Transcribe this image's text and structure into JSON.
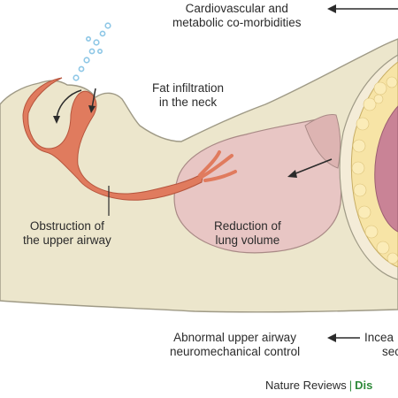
{
  "labels": {
    "comorbidities_line1": "Cardiovascular and",
    "comorbidities_line2": "metabolic co-morbidities",
    "fat_line1": "Fat infiltration",
    "fat_line2": "in the neck",
    "obstruction_line1": "Obstruction of",
    "obstruction_line2": "the upper airway",
    "lung_line1": "Reduction of",
    "lung_line2": "lung volume",
    "neuro_line1": "Abnormal upper airway",
    "neuro_line2": "neuromechanical control",
    "cut_line1": "Incea",
    "cut_line2": "sec"
  },
  "footer": {
    "brand": "Nature Reviews",
    "separator": "|",
    "journal": "Dis"
  },
  "colors": {
    "body": "#ece6cc",
    "airway": "#e07b5e",
    "lung": "#e8c6c4",
    "fat": "#f7e4a6",
    "organ": "#c98396",
    "accent": "#2e8a3a",
    "bubbles": "#8ec7e6"
  }
}
